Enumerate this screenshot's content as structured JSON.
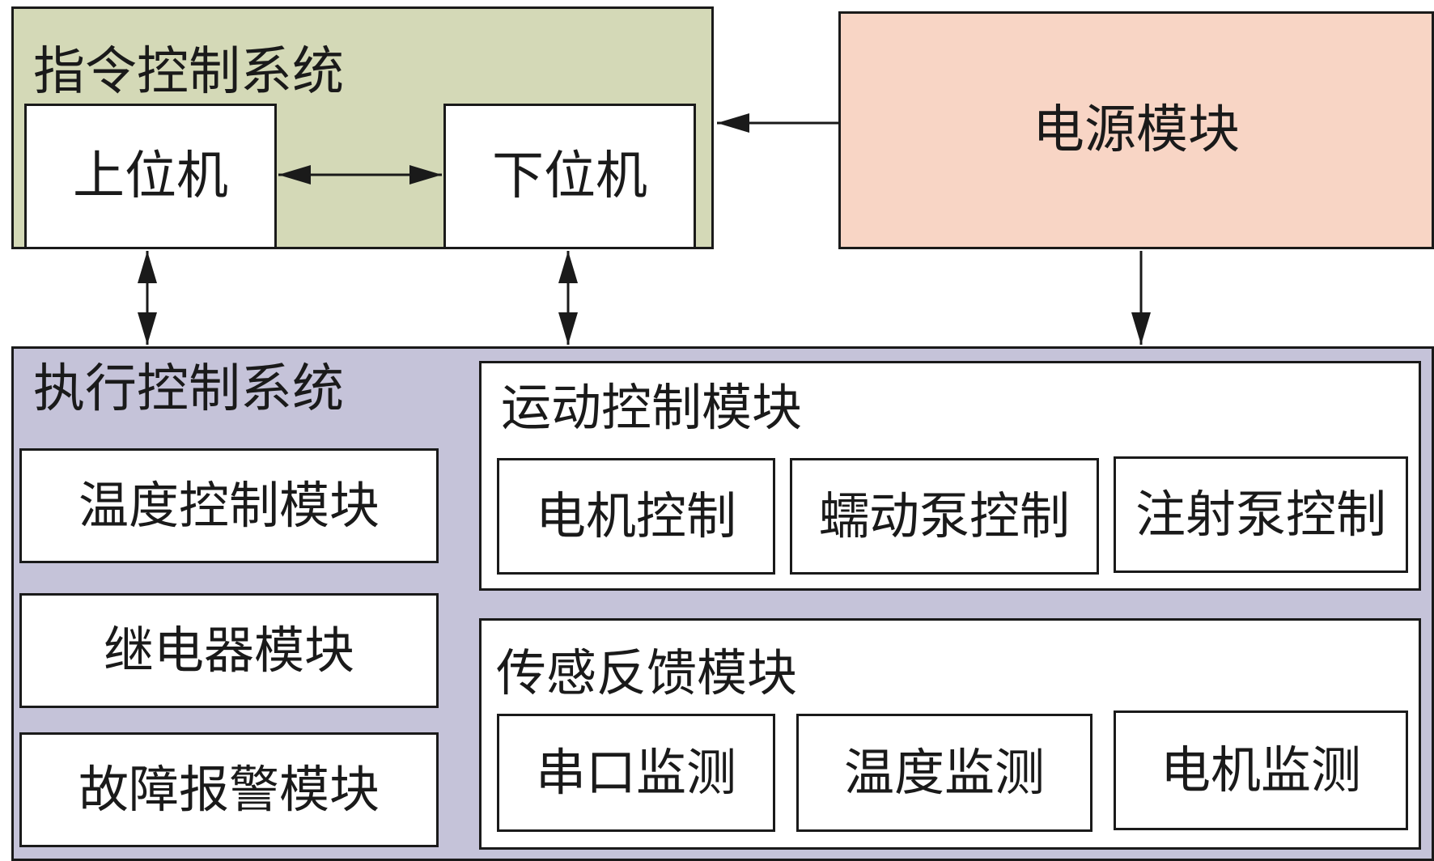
{
  "command_system": {
    "title": "指令控制系统",
    "upper_computer": "上位机",
    "lower_computer": "下位机"
  },
  "power_module": {
    "label": "电源模块"
  },
  "execution_system": {
    "title": "执行控制系统",
    "left_modules": [
      "温度控制模块",
      "继电器模块",
      "故障报警模块"
    ],
    "motion_module": {
      "title": "运动控制模块",
      "items": [
        "电机控制",
        "蠕动泵控制",
        "注射泵控制"
      ]
    },
    "sensor_module": {
      "title": "传感反馈模块",
      "items": [
        "串口监测",
        "温度监测",
        "电机监测"
      ]
    }
  }
}
